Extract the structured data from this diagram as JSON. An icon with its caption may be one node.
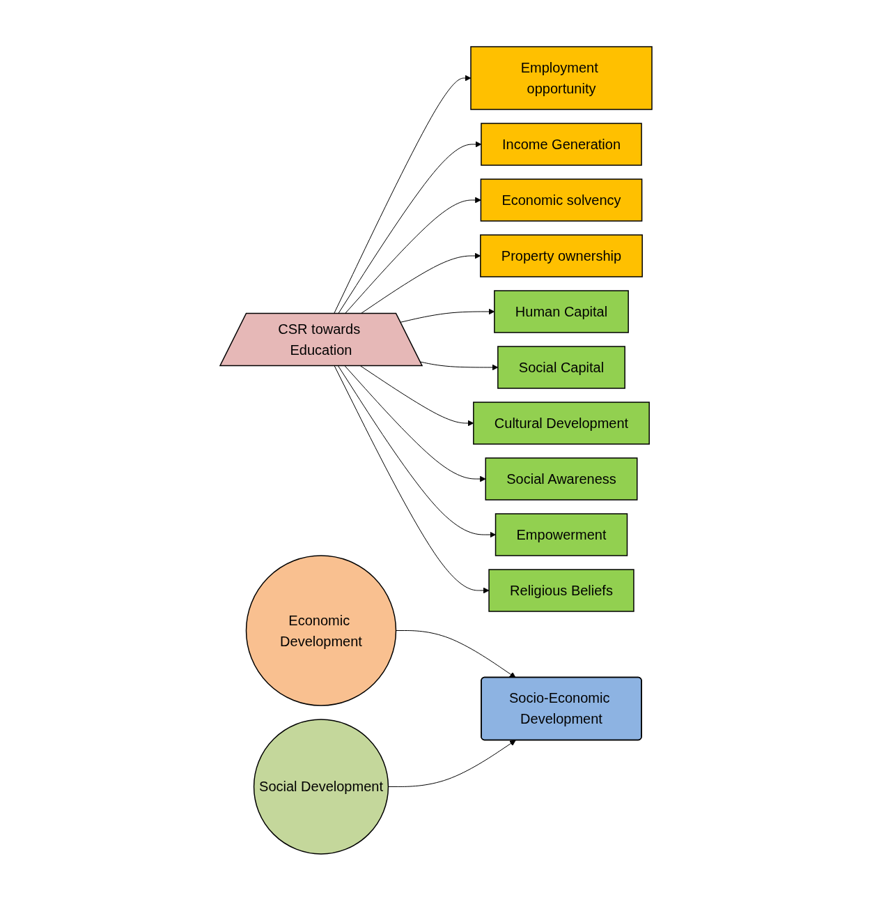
{
  "diagram": {
    "nodes": [
      {
        "text": [
          "CSR towards Education"
        ]
      },
      {
        "text": [
          "Employment opportunity"
        ]
      },
      {
        "text": [
          "Income Generation"
        ]
      },
      {
        "text": [
          "Economic solvency"
        ]
      },
      {
        "text": [
          "Property ownership"
        ]
      },
      {
        "text": [
          "Human Capital"
        ]
      },
      {
        "text": [
          "Social Capital"
        ]
      },
      {
        "text": [
          "Cultural Development"
        ]
      },
      {
        "text": [
          "Social Awareness"
        ]
      },
      {
        "text": [
          "Empowerment"
        ]
      },
      {
        "text": [
          "Religious Beliefs"
        ]
      },
      {
        "text": [
          "Economic Development"
        ]
      },
      {
        "text": [
          "Social Development"
        ]
      },
      {
        "text": [
          "Socio-Economic Development"
        ]
      }
    ],
    "edges": [
      {
        "from": 0,
        "to": 1,
        "arrow": "to"
      },
      {
        "from": 0,
        "to": 2,
        "arrow": "to"
      },
      {
        "from": 0,
        "to": 3,
        "arrow": "to"
      },
      {
        "from": 0,
        "to": 4,
        "arrow": "to"
      },
      {
        "from": 0,
        "to": 5,
        "arrow": "to"
      },
      {
        "from": 0,
        "to": 6,
        "arrow": "to"
      },
      {
        "from": 0,
        "to": 7,
        "arrow": "to"
      },
      {
        "from": 0,
        "to": 8,
        "arrow": "to"
      },
      {
        "from": 0,
        "to": 9,
        "arrow": "to"
      },
      {
        "from": 0,
        "to": 10,
        "arrow": "to"
      },
      {
        "from": 11,
        "to": 13,
        "arrow": "to"
      },
      {
        "from": 12,
        "to": 13,
        "arrow": "to"
      }
    ]
  }
}
